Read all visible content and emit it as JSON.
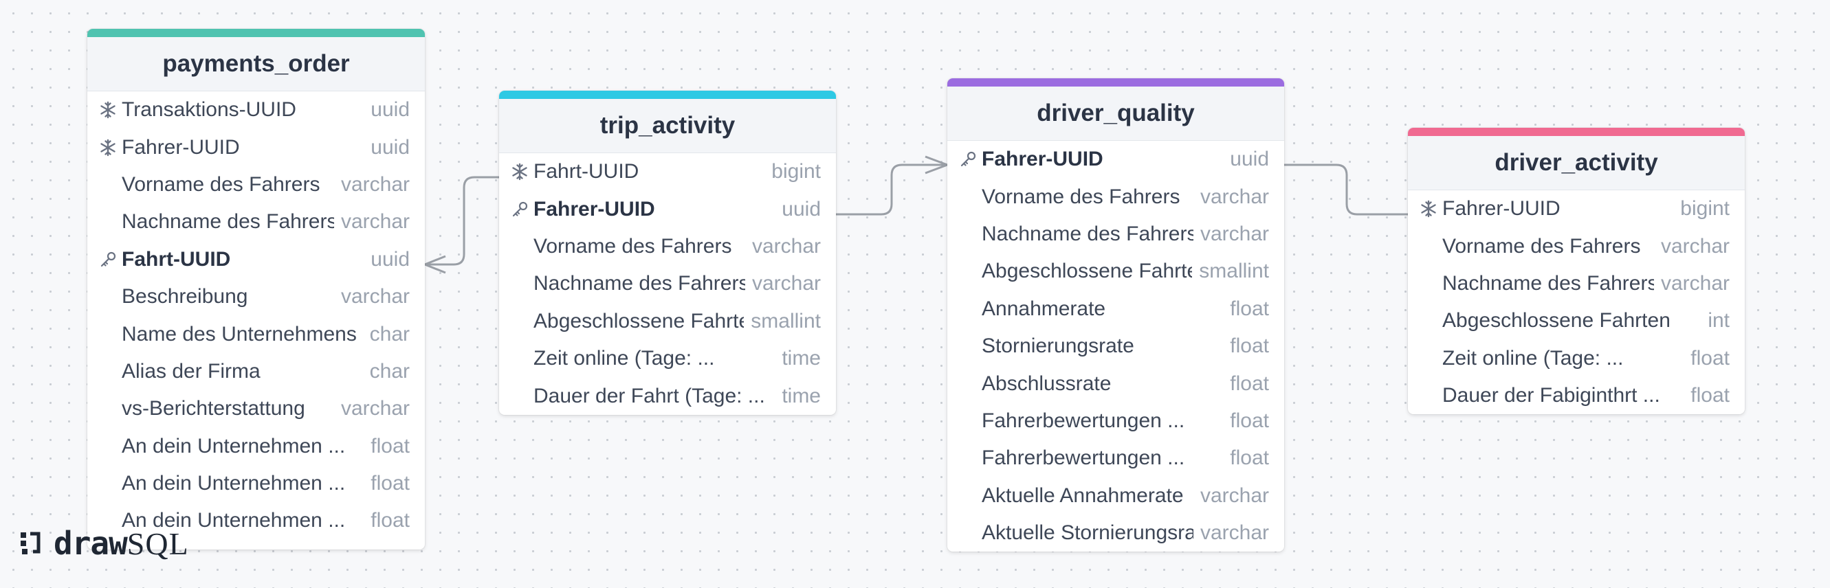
{
  "app": {
    "logo_draw": "draw",
    "logo_sql": "SQL"
  },
  "colors": {
    "payments_order": "#4fc3b0",
    "trip_activity": "#2ec9e4",
    "driver_quality": "#9b6ce0",
    "driver_activity": "#f06a91",
    "link": "#9a9fa6"
  },
  "tables": {
    "payments_order": {
      "name": "payments_order",
      "columns": [
        {
          "name": "Transaktions-UUID",
          "type": "uuid",
          "icon": "snowflake-icon"
        },
        {
          "name": "Fahrer-UUID",
          "type": "uuid",
          "icon": "snowflake-icon"
        },
        {
          "name": "Vorname des Fahrers",
          "type": "varchar",
          "icon": ""
        },
        {
          "name": "Nachname des Fahrers",
          "type": "varchar",
          "icon": ""
        },
        {
          "name": "Fahrt-UUID",
          "type": "uuid",
          "icon": "key-icon"
        },
        {
          "name": "Beschreibung",
          "type": "varchar",
          "icon": ""
        },
        {
          "name": "Name des Unternehmens",
          "type": "char",
          "icon": ""
        },
        {
          "name": "Alias der Firma",
          "type": "char",
          "icon": ""
        },
        {
          "name": "vs-Berichterstattung",
          "type": "varchar",
          "icon": ""
        },
        {
          "name": "An dein Unternehmen ...",
          "type": "float",
          "icon": ""
        },
        {
          "name": "An dein Unternehmen ...",
          "type": "float",
          "icon": ""
        },
        {
          "name": "An dein Unternehmen ...",
          "type": "float",
          "icon": ""
        }
      ]
    },
    "trip_activity": {
      "name": "trip_activity",
      "columns": [
        {
          "name": "Fahrt-UUID",
          "type": "bigint",
          "icon": "snowflake-icon"
        },
        {
          "name": "Fahrer-UUID",
          "type": "uuid",
          "icon": "key-icon"
        },
        {
          "name": "Vorname des Fahrers",
          "type": "varchar",
          "icon": ""
        },
        {
          "name": "Nachname des Fahrers",
          "type": "varchar",
          "icon": ""
        },
        {
          "name": "Abgeschlossene Fahrten",
          "type": "smallint",
          "icon": ""
        },
        {
          "name": "Zeit online (Tage: ...",
          "type": "time",
          "icon": ""
        },
        {
          "name": "Dauer der Fahrt (Tage: ...",
          "type": "time",
          "icon": ""
        }
      ]
    },
    "driver_quality": {
      "name": "driver_quality",
      "columns": [
        {
          "name": "Fahrer-UUID",
          "type": "uuid",
          "icon": "key-icon"
        },
        {
          "name": "Vorname des Fahrers",
          "type": "varchar",
          "icon": ""
        },
        {
          "name": "Nachname des Fahrers",
          "type": "varchar",
          "icon": ""
        },
        {
          "name": "Abgeschlossene Fahrten",
          "type": "smallint",
          "icon": ""
        },
        {
          "name": "Annahmerate",
          "type": "float",
          "icon": ""
        },
        {
          "name": "Stornierungsrate",
          "type": "float",
          "icon": ""
        },
        {
          "name": "Abschlussrate",
          "type": "float",
          "icon": ""
        },
        {
          "name": "Fahrerbewertungen ...",
          "type": "float",
          "icon": ""
        },
        {
          "name": "Fahrerbewertungen ...",
          "type": "float",
          "icon": ""
        },
        {
          "name": "Aktuelle Annahmerate",
          "type": "varchar",
          "icon": ""
        },
        {
          "name": "Aktuelle Stornierungsrate",
          "type": "varchar",
          "icon": ""
        }
      ]
    },
    "driver_activity": {
      "name": "driver_activity",
      "columns": [
        {
          "name": "Fahrer-UUID",
          "type": "bigint",
          "icon": "snowflake-icon"
        },
        {
          "name": "Vorname des Fahrers",
          "type": "varchar",
          "icon": ""
        },
        {
          "name": "Nachname des Fahrers",
          "type": "varchar",
          "icon": ""
        },
        {
          "name": "Abgeschlossene Fahrten",
          "type": "int",
          "icon": ""
        },
        {
          "name": "Zeit online (Tage: ...",
          "type": "float",
          "icon": ""
        },
        {
          "name": "Dauer der Fabiginthrt ...",
          "type": "float",
          "icon": ""
        }
      ]
    }
  }
}
